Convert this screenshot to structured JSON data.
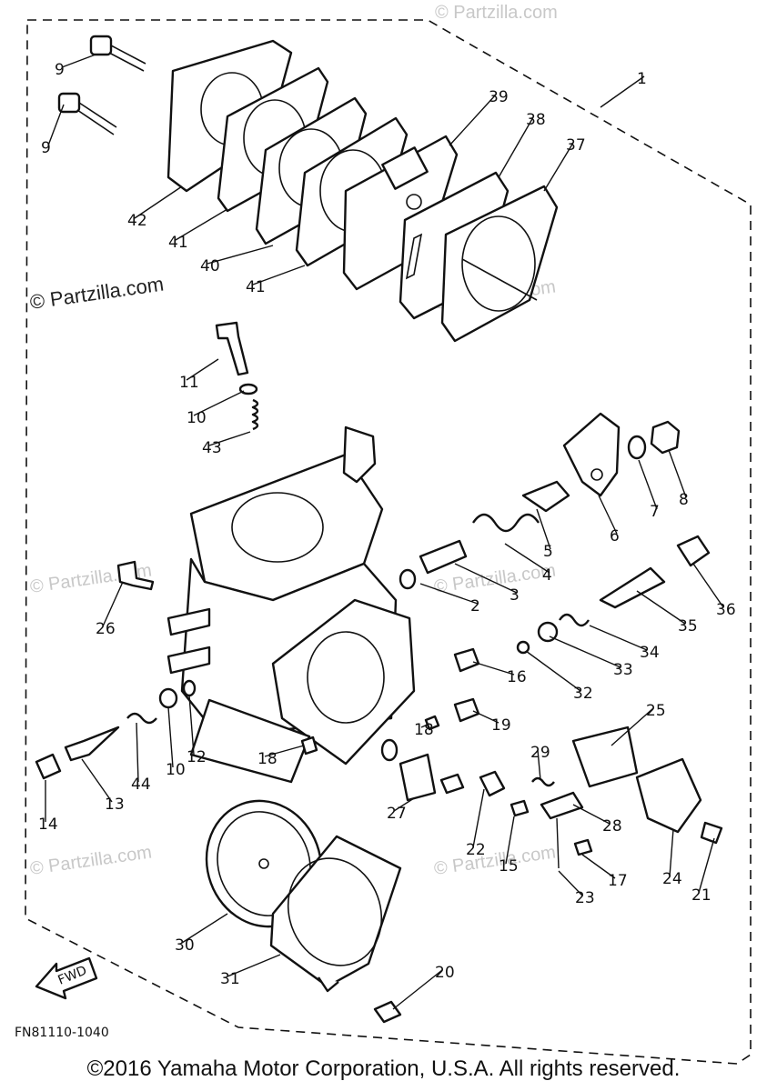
{
  "diagram": {
    "diagram_code": "FN81110-1040",
    "fwd_label": "FWD",
    "watermark_text": "© Partzilla.com",
    "copyright": "©2016 Yamaha Motor Corporation, U.S.A. All rights reserved.",
    "callouts": [
      {
        "n": "1"
      },
      {
        "n": "2"
      },
      {
        "n": "3"
      },
      {
        "n": "4"
      },
      {
        "n": "5"
      },
      {
        "n": "6"
      },
      {
        "n": "7"
      },
      {
        "n": "8"
      },
      {
        "n": "9"
      },
      {
        "n": "9"
      },
      {
        "n": "10"
      },
      {
        "n": "10"
      },
      {
        "n": "11"
      },
      {
        "n": "12"
      },
      {
        "n": "13"
      },
      {
        "n": "14"
      },
      {
        "n": "15"
      },
      {
        "n": "16"
      },
      {
        "n": "17"
      },
      {
        "n": "18"
      },
      {
        "n": "18"
      },
      {
        "n": "19"
      },
      {
        "n": "20"
      },
      {
        "n": "21"
      },
      {
        "n": "22"
      },
      {
        "n": "23"
      },
      {
        "n": "24"
      },
      {
        "n": "25"
      },
      {
        "n": "26"
      },
      {
        "n": "27"
      },
      {
        "n": "28"
      },
      {
        "n": "29"
      },
      {
        "n": "30"
      },
      {
        "n": "31"
      },
      {
        "n": "32"
      },
      {
        "n": "33"
      },
      {
        "n": "34"
      },
      {
        "n": "35"
      },
      {
        "n": "36"
      },
      {
        "n": "37"
      },
      {
        "n": "38"
      },
      {
        "n": "39"
      },
      {
        "n": "40"
      },
      {
        "n": "41"
      },
      {
        "n": "41"
      },
      {
        "n": "42"
      },
      {
        "n": "43"
      },
      {
        "n": "44"
      }
    ]
  }
}
